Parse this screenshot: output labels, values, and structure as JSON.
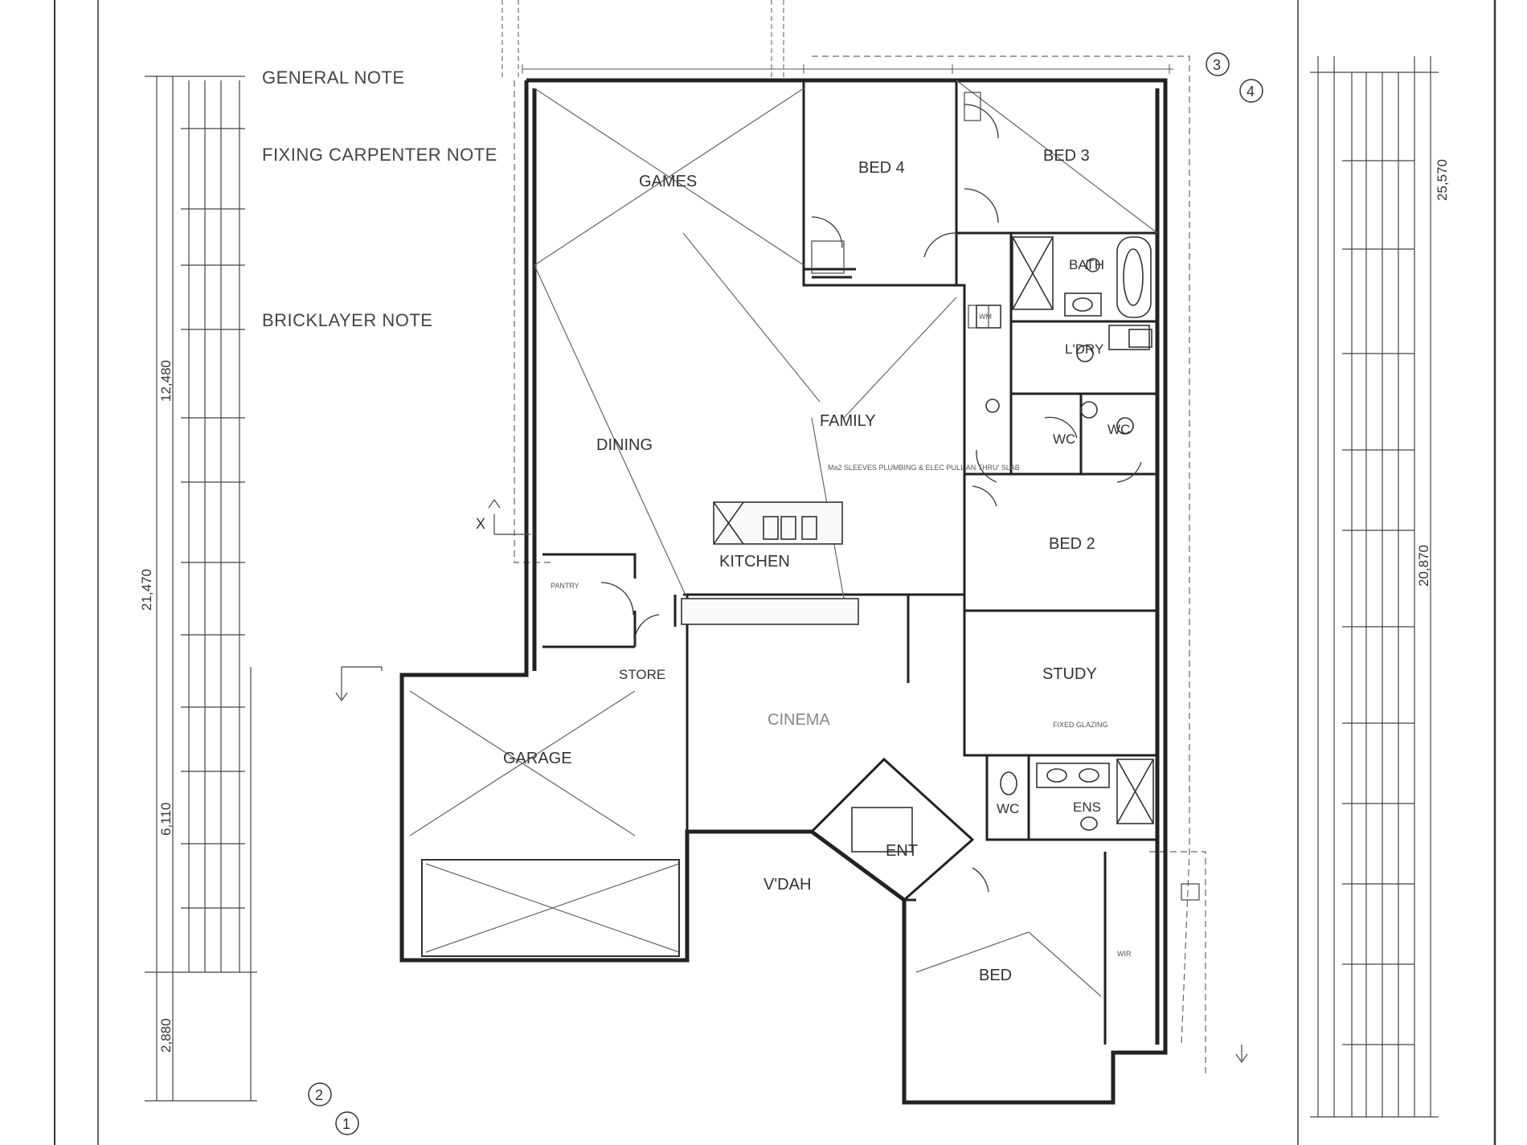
{
  "notes": {
    "general": {
      "title": "GENERAL NOTE"
    },
    "fixing": {
      "title": "FIXING CARPENTER NOTE"
    },
    "bricklayer": {
      "title": "BRICKLAYER NOTE"
    }
  },
  "rooms": {
    "games": "GAMES",
    "bed4": "BED 4",
    "bed3": "BED 3",
    "bath": "BATH",
    "ldry": "L'DRY",
    "wc_upper": "WC",
    "wc_right": "WC",
    "family": "FAMILY",
    "dining": "DINING",
    "kitchen": "KITCHEN",
    "pantry": "PANTRY",
    "bed2": "BED 2",
    "study": "STUDY",
    "store": "STORE",
    "cinema": "CINEMA",
    "garage": "GARAGE",
    "wc_lower": "WC",
    "ens": "ENS",
    "ent": "ENT",
    "vdah": "V'DAH",
    "bed": "BED",
    "wir": "WIR"
  },
  "dimensions": {
    "overall_left": "21,470",
    "left_mid": "12,480",
    "left_lower": "6,110",
    "left_bottom": "2,880",
    "overall_right": "25,570",
    "right_inner": "20,870"
  },
  "callouts": {
    "ref_3": "3",
    "ref_4": "4",
    "ref_2": "2",
    "ref_1": "1",
    "marker_x": "X"
  },
  "annotations": {
    "sleeves": "Ma2 SLEEVES PLUMBING & ELEC PULL AN THRU' SLAB",
    "fixed_glazing": "FIXED GLAZING",
    "wm": "WM"
  }
}
